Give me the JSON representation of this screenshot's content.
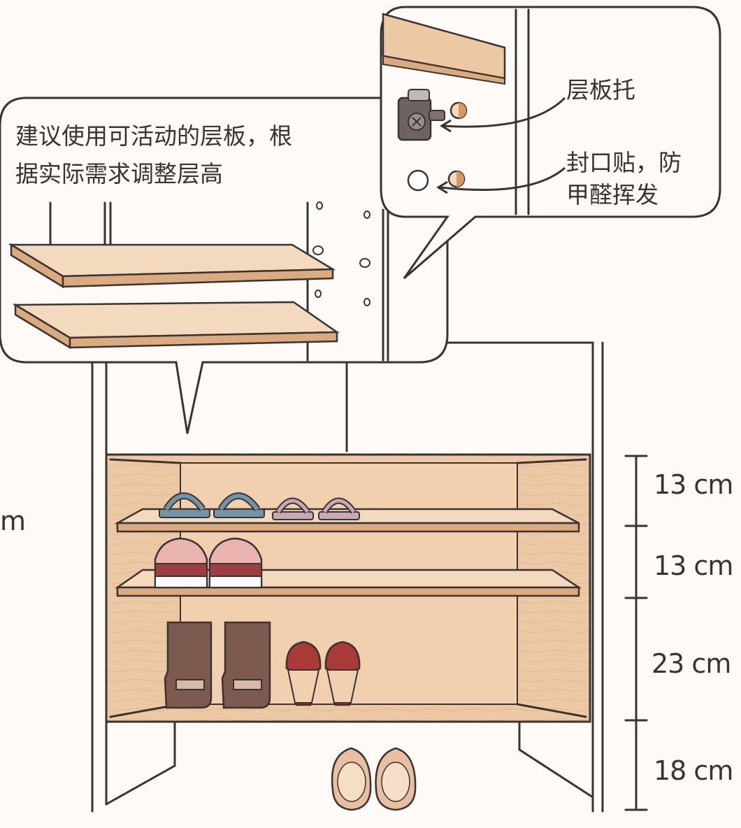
{
  "callout_left": {
    "line1": "建议使用可活动的层板，根",
    "line2": "据实际需求调整层高"
  },
  "callout_right": {
    "shelf_support_label": "层板托",
    "seal_label_line1": "封口贴，防",
    "seal_label_line2": "甲醛挥发"
  },
  "dimensions": [
    {
      "value": 13,
      "unit": "cm",
      "label": "13 cm"
    },
    {
      "value": 13,
      "unit": "cm",
      "label": "13 cm"
    },
    {
      "value": 23,
      "unit": "cm",
      "label": "23 cm"
    },
    {
      "value": 18,
      "unit": "cm",
      "label": "18 cm"
    }
  ],
  "left_edge_fragment": "m",
  "colors": {
    "wood": "#ecc8a4",
    "wood_light": "#f3d9bd",
    "wood_edge": "#dcaa7f",
    "outline": "#3a3330",
    "sandal_blue": "#7393a6",
    "sandal_lilac": "#c6a8b8",
    "sneaker_red": "#9e3e44",
    "sneaker_pink": "#e9b4b0",
    "boot_brown": "#7c5a4f",
    "heel_red": "#a83a37",
    "slipper_tan": "#e8bfa0"
  },
  "icons": [
    "shelf-support-icon",
    "seal-sticker-icon"
  ]
}
